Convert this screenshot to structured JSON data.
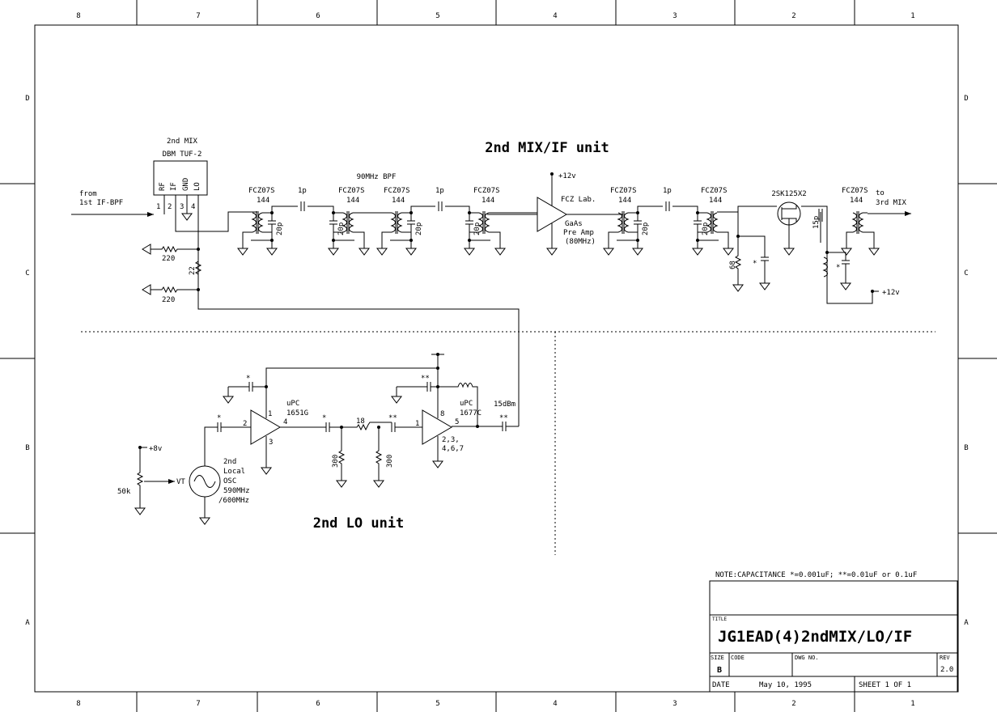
{
  "border": {
    "columns": [
      "8",
      "7",
      "6",
      "5",
      "4",
      "3",
      "2",
      "1"
    ],
    "rows": [
      "D",
      "C",
      "B",
      "A"
    ]
  },
  "headings": {
    "mix_if": "2nd MIX/IF unit",
    "lo": "2nd LO unit"
  },
  "mixer": {
    "name": "2nd MIX",
    "part": "DBM TUF-2",
    "pins": [
      "RF",
      "IF",
      "GND",
      "LO"
    ],
    "pin_numbers": [
      "1",
      "2",
      "3",
      "4"
    ],
    "input_label_1": "from",
    "input_label_2": "1st IF-BPF"
  },
  "bias": {
    "r1": "220",
    "r2": "220",
    "r3": "22"
  },
  "bpf": {
    "label": "90MHz BPF",
    "coil": "FCZ07S",
    "coil_value": "144",
    "couple_cap": "1p",
    "shunt_cap": "20p"
  },
  "amp": {
    "supply": "+12v",
    "maker": "FCZ Lab.",
    "line1": "GaAs",
    "line2": "Pre Amp",
    "line3": "(80MHz)"
  },
  "stage3": {
    "fet": "2SK125X2",
    "cap": "15p",
    "resistor": "68",
    "star": "*",
    "output_1": "to",
    "output_2": "3rd MIX",
    "supply": "+12v"
  },
  "lo": {
    "supply": "+8v",
    "pot": "50k",
    "vt": "VT",
    "osc_1": "2nd",
    "osc_2": "Local",
    "osc_3": "OSC",
    "osc_4": "590MHz",
    "osc_5": "/600MHz",
    "ic1_1": "uPC",
    "ic1_2": "1651G",
    "ic2_1": "uPC",
    "ic2_2": "1677C",
    "ic2_pins": "2,3,",
    "ic2_pins2": "4,6,7",
    "pin1": "1",
    "pin2": "2",
    "pin3": "3",
    "pin4": "4",
    "pin5": "5",
    "pin8": "8",
    "r_series": "18",
    "r_shunt": "300",
    "level": "15dBm",
    "star1": "*",
    "star2": "**"
  },
  "title_block": {
    "note": "NOTE:CAPACITANCE *=0.001uF; **=0.01uF or 0.1uF",
    "title_label": "TITLE",
    "title": "JG1EAD(4)2ndMIX/LO/IF",
    "size_label": "SIZE",
    "size": "B",
    "code_label": "CODE",
    "dwg_label": "DWG NO.",
    "rev_label": "REV",
    "rev": "2.0",
    "date_label": "DATE",
    "date": "May 10, 1995",
    "sheet": "SHEET 1 OF 1"
  }
}
